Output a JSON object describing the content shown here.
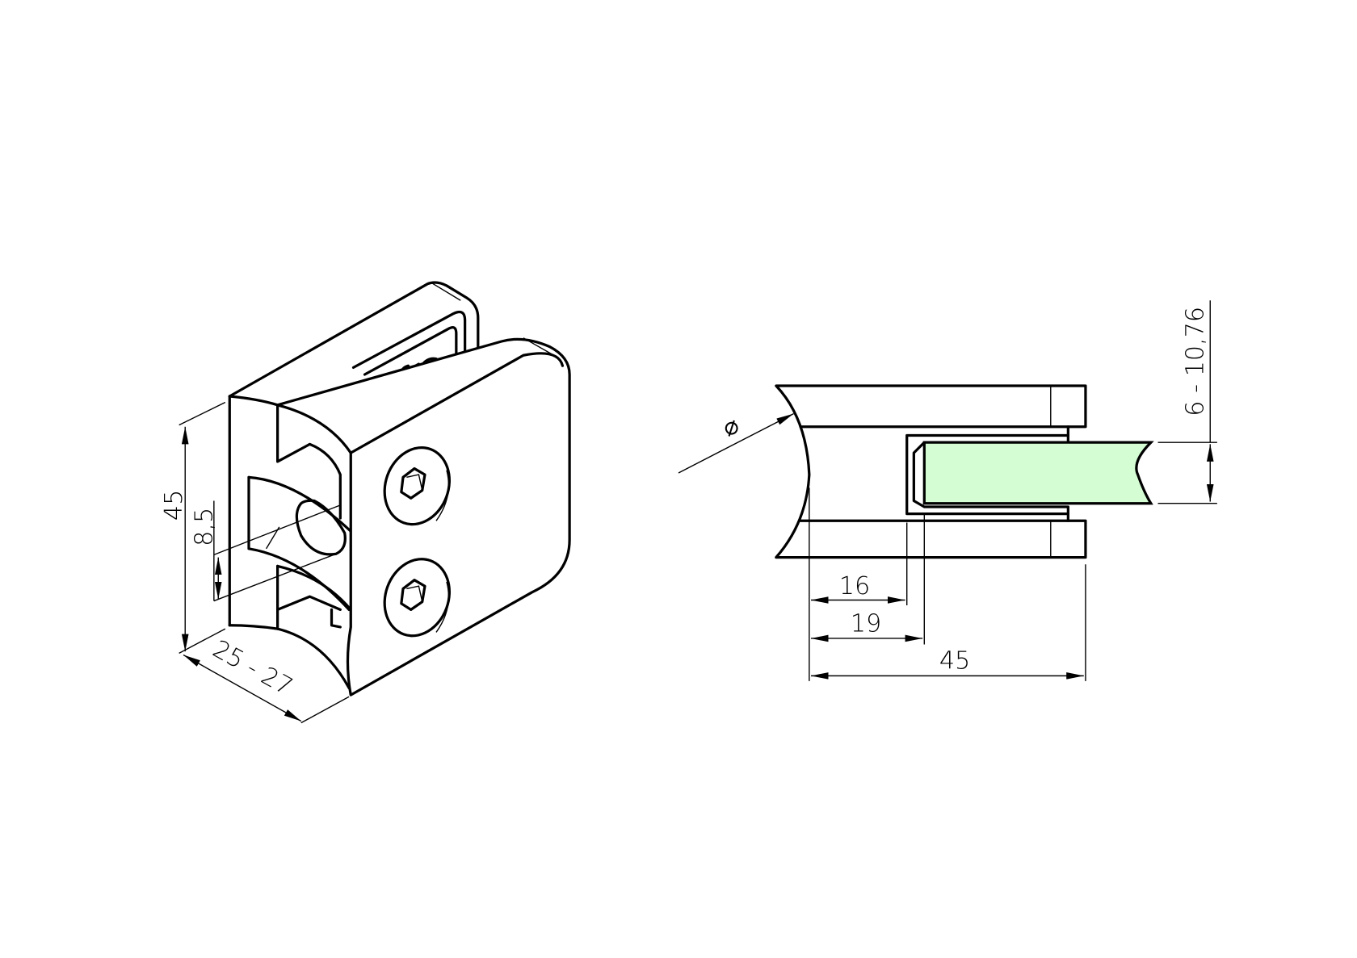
{
  "iso_view": {
    "dim_height": "45",
    "dim_hole": "8,5",
    "dim_pipe_range": "25 - 27"
  },
  "side_view": {
    "dim_diameter_symbol": "⌀",
    "dim_16": "16",
    "dim_19": "19",
    "dim_45": "45",
    "dim_glass_thickness": "6 - 10,76"
  },
  "colors": {
    "glass_fill": "#d4fdd4",
    "line": "#000000"
  }
}
